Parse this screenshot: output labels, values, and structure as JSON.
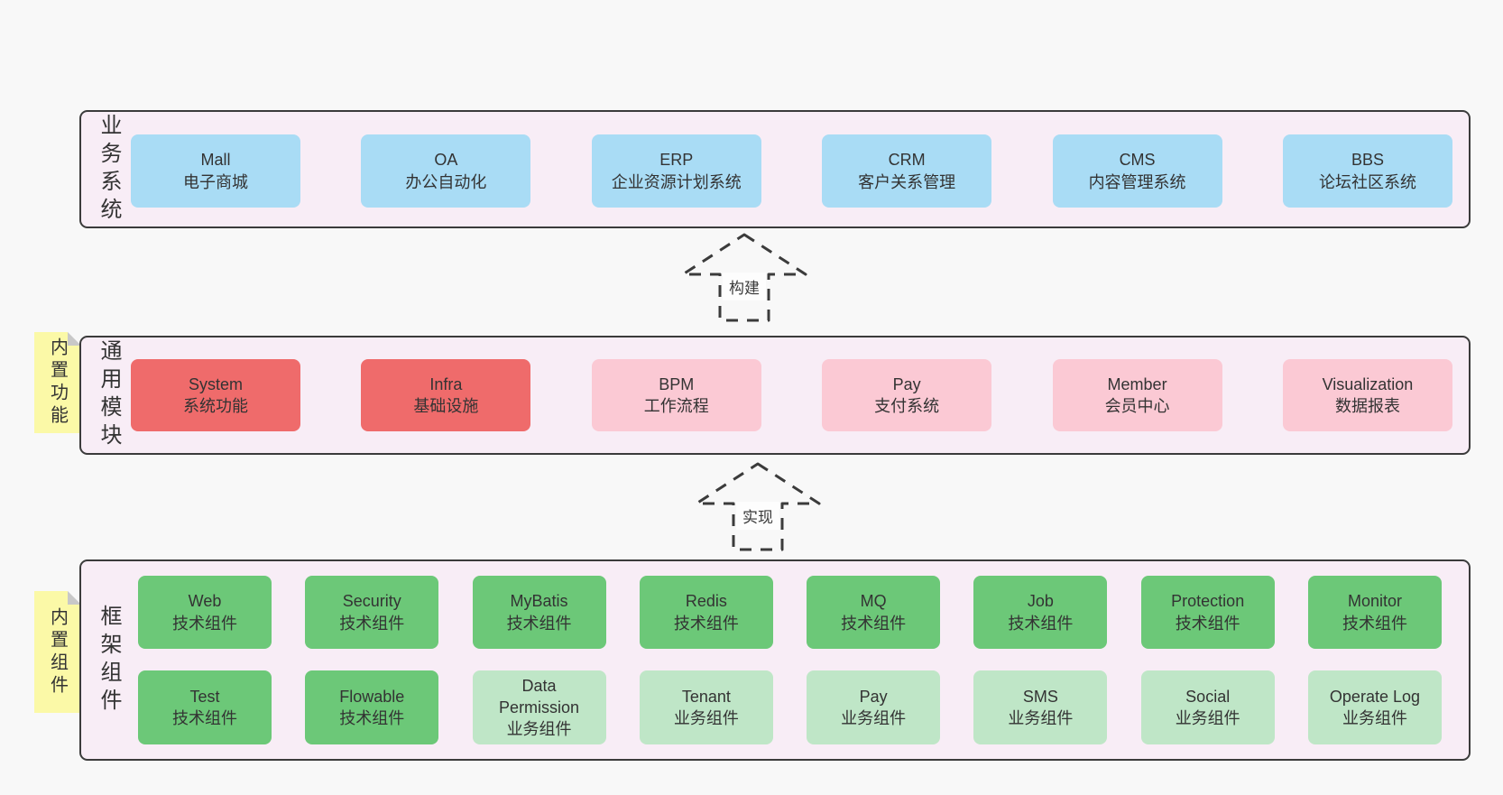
{
  "colors": {
    "page_bg": "#f8f8f8",
    "band_bg": "#f8edf6",
    "band_border": "#3b3b3b",
    "blue_box": "#a9dcf5",
    "red_box": "#ef6b6b",
    "pink_box": "#fbc9d4",
    "green_box": "#6cc878",
    "light_green_box": "#bfe6c7",
    "sticky_yellow": "#fbf9a7",
    "sticky_fold": "#c8c8c8",
    "text": "#333333"
  },
  "arrows": {
    "build": "构建",
    "implement": "实现"
  },
  "bands": {
    "business": {
      "label": "业务系统",
      "boxes": [
        {
          "title": "Mall",
          "subtitle": "电子商城"
        },
        {
          "title": "OA",
          "subtitle": "办公自动化"
        },
        {
          "title": "ERP",
          "subtitle": "企业资源计划系统"
        },
        {
          "title": "CRM",
          "subtitle": "客户关系管理"
        },
        {
          "title": "CMS",
          "subtitle": "内容管理系统"
        },
        {
          "title": "BBS",
          "subtitle": "论坛社区系统"
        }
      ]
    },
    "common": {
      "label": "通用模块",
      "sticky": "内置功能",
      "boxes": [
        {
          "title": "System",
          "subtitle": "系统功能"
        },
        {
          "title": "Infra",
          "subtitle": "基础设施"
        },
        {
          "title": "BPM",
          "subtitle": "工作流程"
        },
        {
          "title": "Pay",
          "subtitle": "支付系统"
        },
        {
          "title": "Member",
          "subtitle": "会员中心"
        },
        {
          "title": "Visualization",
          "subtitle": "数据报表"
        }
      ]
    },
    "framework": {
      "label": "框架组件",
      "sticky": "内置组件",
      "row1": [
        {
          "title": "Web",
          "subtitle": "技术组件"
        },
        {
          "title": "Security",
          "subtitle": "技术组件"
        },
        {
          "title": "MyBatis",
          "subtitle": "技术组件"
        },
        {
          "title": "Redis",
          "subtitle": "技术组件"
        },
        {
          "title": "MQ",
          "subtitle": "技术组件"
        },
        {
          "title": "Job",
          "subtitle": "技术组件"
        },
        {
          "title": "Protection",
          "subtitle": "技术组件"
        },
        {
          "title": "Monitor",
          "subtitle": "技术组件"
        }
      ],
      "row2": [
        {
          "title": "Test",
          "subtitle": "技术组件"
        },
        {
          "title": "Flowable",
          "subtitle": "技术组件"
        },
        {
          "title": "Data Permission",
          "subtitle": "业务组件"
        },
        {
          "title": "Tenant",
          "subtitle": "业务组件"
        },
        {
          "title": "Pay",
          "subtitle": "业务组件"
        },
        {
          "title": "SMS",
          "subtitle": "业务组件"
        },
        {
          "title": "Social",
          "subtitle": "业务组件"
        },
        {
          "title": "Operate Log",
          "subtitle": "业务组件"
        }
      ]
    }
  }
}
